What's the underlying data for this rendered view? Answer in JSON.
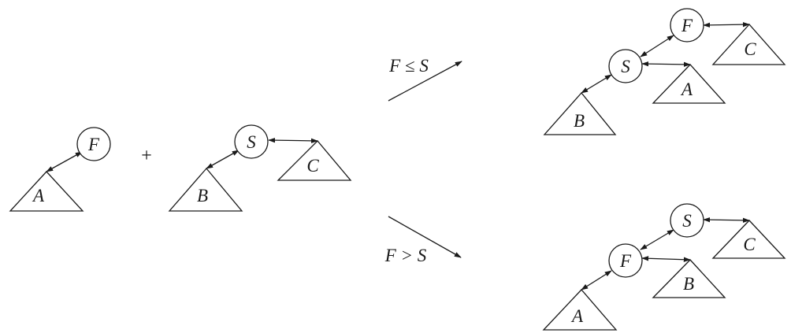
{
  "left": {
    "tree_f": {
      "root": "F",
      "subtree": "A"
    },
    "plus": "+",
    "tree_s": {
      "root": "S",
      "left_subtree": "B",
      "right_subtree": "C"
    }
  },
  "cases": [
    {
      "condition": "F ≤ S",
      "result": {
        "root": "F",
        "root_subtree": "C",
        "child": "S",
        "child_sibling_subtree": "A",
        "child_subtree": "B"
      }
    },
    {
      "condition": "F > S",
      "result": {
        "root": "S",
        "root_subtree": "C",
        "child": "F",
        "child_sibling_subtree": "B",
        "child_subtree": "A"
      }
    }
  ]
}
